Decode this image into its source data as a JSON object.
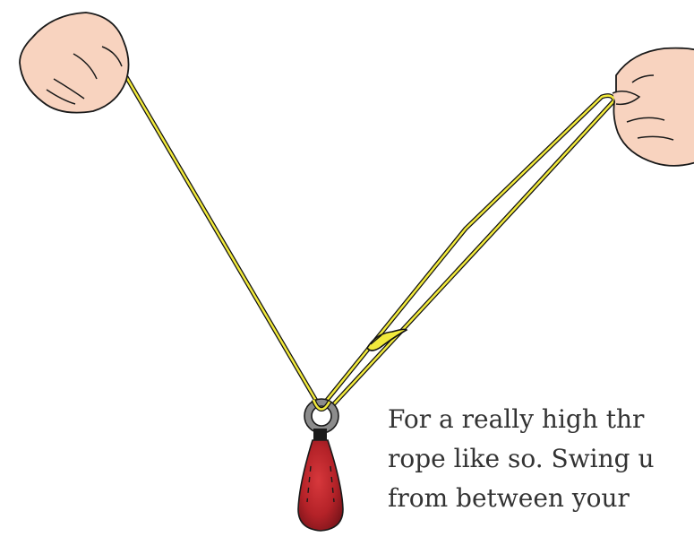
{
  "caption": {
    "lines": [
      "For a really high thr",
      "rope like so. Swing u",
      "from between your"
    ]
  },
  "colors": {
    "skin": "#f8d3bf",
    "outline": "#1a1a1a",
    "rope": "#f2ea3c",
    "ring": "#8c8c8c",
    "weight": "#c0282d",
    "weight_dark": "#6e1117"
  },
  "icons": [
    "left-hand-icon",
    "right-hand-icon",
    "rope",
    "metal-ring",
    "throw-weight"
  ]
}
